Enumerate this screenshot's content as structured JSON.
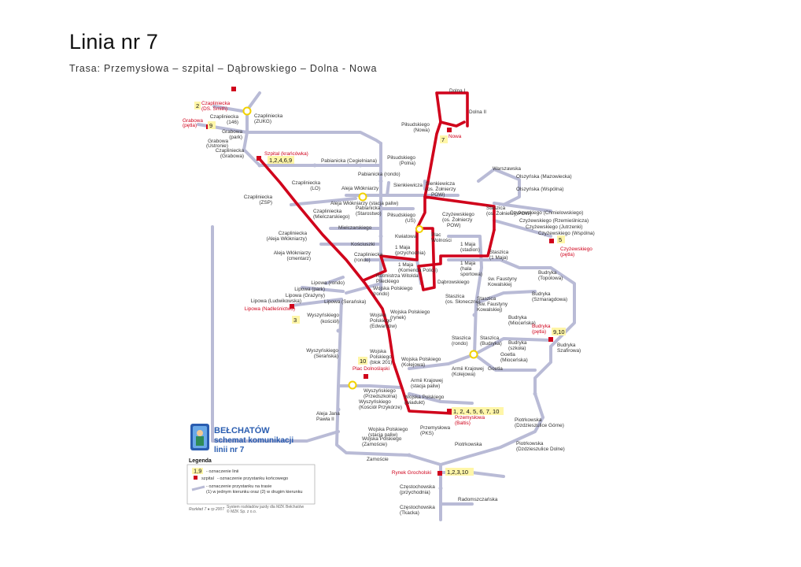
{
  "title": "Linia nr 7",
  "subtitle": "Trasa: Przemysłowa – szpital – Dąbrowskiego – Dolna - Nowa",
  "logo": {
    "city": "BEŁCHATÓW",
    "line1": "schemat komunikacji",
    "line2": "linii nr 7"
  },
  "legend": {
    "heading": "Legenda",
    "item_lines_badge": "1,9",
    "item_lines": "- oznaczenie linii",
    "item_terminal_label": "szpital",
    "item_terminal": "- oznaczenie przystanku końcowego",
    "item_stop_1": "- oznaczenie przystanku na trasie",
    "item_stop_2": "(1) w jednym kierunku oraz (2) w drugim kierunku"
  },
  "footer": {
    "rozklad": "Rozkład 7 ● rp 2007",
    "system_1": "System rozkładów jazdy dla MZK Bełchatów",
    "system_2": "© MZK Sp. z o.o."
  },
  "colors": {
    "route": "#d0021b",
    "street": "#b9bbd6",
    "accent": "#2a5db0",
    "badge": "#fff6a8"
  },
  "stops": [
    {
      "text": "Dolna I",
      "red": false
    },
    {
      "text": "Dolna II",
      "red": false
    },
    {
      "text": "Piłsudskiego",
      "red": false
    },
    {
      "text": "(Nowa)",
      "red": false
    },
    {
      "text": "Nowa",
      "red": true
    },
    {
      "text": "Czapliniecka",
      "red": true
    },
    {
      "text": "(DS. Smith)",
      "red": true
    },
    {
      "text": "Czapliniecka",
      "red": false
    },
    {
      "text": "(ZUKG)",
      "red": false
    },
    {
      "text": "Czapliniecka",
      "red": false
    },
    {
      "text": "(146)",
      "red": false
    },
    {
      "text": "Grabowa",
      "red": true
    },
    {
      "text": "(pętla)",
      "red": true
    },
    {
      "text": "Grabowa",
      "red": false
    },
    {
      "text": "(park)",
      "red": false
    },
    {
      "text": "Grabowa",
      "red": false
    },
    {
      "text": "(Ustronie)",
      "red": false
    },
    {
      "text": "Czapliniecka",
      "red": false
    },
    {
      "text": "(Grabowa)",
      "red": false
    },
    {
      "text": "Szpital (krańcówka)",
      "red": true
    },
    {
      "text": "Pabianicka (Cegielniana)",
      "red": false
    },
    {
      "text": "Piłsudskiego",
      "red": false
    },
    {
      "text": "(Polna)",
      "red": false
    },
    {
      "text": "Pabianicka (rondo)",
      "red": false
    },
    {
      "text": "Aleja Włókniarzy",
      "red": false
    },
    {
      "text": "Sienkiewicza",
      "red": false
    },
    {
      "text": "Sienkiewicza",
      "red": false
    },
    {
      "text": "(os. Żołnierzy",
      "red": false
    },
    {
      "text": "POW)",
      "red": false
    },
    {
      "text": "Warszawska",
      "red": false
    },
    {
      "text": "Olszyńska (Mazowiecka)",
      "red": false
    },
    {
      "text": "Olszyńska (Wspólna)",
      "red": false
    },
    {
      "text": "Czapliniecka",
      "red": false
    },
    {
      "text": "(LO)",
      "red": false
    },
    {
      "text": "Czapliniecka",
      "red": false
    },
    {
      "text": "(ZSP)",
      "red": false
    },
    {
      "text": "Aleja Włókniarzy (stacja paliw)",
      "red": false
    },
    {
      "text": "Pabianicka",
      "red": false
    },
    {
      "text": "(Starostwo)",
      "red": false
    },
    {
      "text": "Piłsudskiego",
      "red": false
    },
    {
      "text": "(US)",
      "red": false
    },
    {
      "text": "Czapliniecka",
      "red": false
    },
    {
      "text": "(Mielczarskiego)",
      "red": false
    },
    {
      "text": "Czyżewskiego",
      "red": false
    },
    {
      "text": "(os. Żołnierzy",
      "red": false
    },
    {
      "text": "POW)",
      "red": false
    },
    {
      "text": "Staszica",
      "red": false
    },
    {
      "text": "(os. Żołnierzy POW)",
      "red": false
    },
    {
      "text": "Czyżewskiego (Chmielowskiego)",
      "red": false
    },
    {
      "text": "Czyżewskiego (Rzemieślnicza)",
      "red": false
    },
    {
      "text": "Czyżewskiego (Jutrzenki)",
      "red": false
    },
    {
      "text": "Czyżewskiego (Wspólna)",
      "red": false
    },
    {
      "text": "Mielczarskiego",
      "red": false
    },
    {
      "text": "Czapliniecka",
      "red": false
    },
    {
      "text": "(Aleja Włókniarzy)",
      "red": false
    },
    {
      "text": "Kwiatowa",
      "red": false
    },
    {
      "text": "Plac",
      "red": false
    },
    {
      "text": "Wolności",
      "red": false
    },
    {
      "text": "Czyżewskiego",
      "red": true
    },
    {
      "text": "(pętla)",
      "red": true
    },
    {
      "text": "Kościuszki",
      "red": false
    },
    {
      "text": "1 Maja",
      "red": false
    },
    {
      "text": "(przychodnia)",
      "red": false
    },
    {
      "text": "1 Maja",
      "red": false
    },
    {
      "text": "(stadion)",
      "red": false
    },
    {
      "text": "Staszica",
      "red": false
    },
    {
      "text": "(1 Maja)",
      "red": false
    },
    {
      "text": "Aleja Włókniarzy",
      "red": false
    },
    {
      "text": "(cmentarz)",
      "red": false
    },
    {
      "text": "Czapliniecka",
      "red": false
    },
    {
      "text": "(rondo)",
      "red": false
    },
    {
      "text": "1 Maja",
      "red": false
    },
    {
      "text": "(Komenda Policji)",
      "red": false
    },
    {
      "text": "1 Maja",
      "red": false
    },
    {
      "text": "(hala",
      "red": false
    },
    {
      "text": "sportowa)",
      "red": false
    },
    {
      "text": "Dąbrowskiego",
      "red": false
    },
    {
      "text": "św. Faustyny",
      "red": false
    },
    {
      "text": "Kowalskiej",
      "red": false
    },
    {
      "text": "Budryka",
      "red": false
    },
    {
      "text": "(Topolowa)",
      "red": false
    },
    {
      "text": "Rotmistrza Witolda",
      "red": false
    },
    {
      "text": "Pileckiego",
      "red": false
    },
    {
      "text": "Lipowa (rondo)",
      "red": false
    },
    {
      "text": "Lipowa (park)",
      "red": false
    },
    {
      "text": "Lipowa (Grażyny)",
      "red": false
    },
    {
      "text": "Lipowa (Ludwikowska)",
      "red": false
    },
    {
      "text": "Lipowa (Nadleśnictwo)",
      "red": true
    },
    {
      "text": "Lipowa (Serańska)",
      "red": false
    },
    {
      "text": "Wojska Polskiego",
      "red": false
    },
    {
      "text": "(rondo)",
      "red": false
    },
    {
      "text": "Staszica",
      "red": false
    },
    {
      "text": "(os. Słoneczne)",
      "red": false
    },
    {
      "text": "Staszica",
      "red": false
    },
    {
      "text": "(św. Faustyny",
      "red": false
    },
    {
      "text": "Kowalskiej)",
      "red": false
    },
    {
      "text": "Budryka",
      "red": false
    },
    {
      "text": "(Szmaragdowa)",
      "red": false
    },
    {
      "text": "Wyszyńskiego",
      "red": false
    },
    {
      "text": "(kościół)",
      "red": false
    },
    {
      "text": "Wojska",
      "red": false
    },
    {
      "text": "Polskiego",
      "red": false
    },
    {
      "text": "(Edwardów)",
      "red": false
    },
    {
      "text": "Wojska Polskiego",
      "red": false
    },
    {
      "text": "(rynek)",
      "red": false
    },
    {
      "text": "Budryka",
      "red": false
    },
    {
      "text": "(Mioceńska)",
      "red": false
    },
    {
      "text": "Budryka",
      "red": true
    },
    {
      "text": "(pętla)",
      "red": true
    },
    {
      "text": "Staszica",
      "red": false
    },
    {
      "text": "(rondo)",
      "red": false
    },
    {
      "text": "Staszica",
      "red": false
    },
    {
      "text": "(Budryka)",
      "red": false
    },
    {
      "text": "Budryka",
      "red": false
    },
    {
      "text": "(szkoła)",
      "red": false
    },
    {
      "text": "Budryka",
      "red": false
    },
    {
      "text": "Szafirowa)",
      "red": false
    },
    {
      "text": "Wyszyńskiego",
      "red": false
    },
    {
      "text": "(Serańska)",
      "red": false
    },
    {
      "text": "Wojska",
      "red": false
    },
    {
      "text": "Polskiego",
      "red": false
    },
    {
      "text": "(blok 201)",
      "red": false
    },
    {
      "text": "Wojska Polskiego",
      "red": false
    },
    {
      "text": "(Kolejowa)",
      "red": false
    },
    {
      "text": "Goetla",
      "red": false
    },
    {
      "text": "(Mioceńska)",
      "red": false
    },
    {
      "text": "Goetla",
      "red": false
    },
    {
      "text": "Plac Dolnośląski",
      "red": true
    },
    {
      "text": "Armii Krajowej",
      "red": false
    },
    {
      "text": "(Kolejowa)",
      "red": false
    },
    {
      "text": "Armii Krajowej",
      "red": false
    },
    {
      "text": "(stacja paliw)",
      "red": false
    },
    {
      "text": "Wyszyńskiego",
      "red": false
    },
    {
      "text": "(Przedszkolna)",
      "red": false
    },
    {
      "text": "Wyszyńskiego",
      "red": false
    },
    {
      "text": "(Kościół Przykórze)",
      "red": false
    },
    {
      "text": "Wojska Polskiego",
      "red": false
    },
    {
      "text": "(wiadukt)",
      "red": false
    },
    {
      "text": "Przemysłowa",
      "red": true
    },
    {
      "text": "(Baltis)",
      "red": true
    },
    {
      "text": "Aleja Jana",
      "red": false
    },
    {
      "text": "Pawła II",
      "red": false
    },
    {
      "text": "Przemysłowa",
      "red": false
    },
    {
      "text": "(PKS)",
      "red": false
    },
    {
      "text": "Piotrkowska",
      "red": false
    },
    {
      "text": "(Dzdzieszulice Górne)",
      "red": false
    },
    {
      "text": "Wojska Polskiego",
      "red": false
    },
    {
      "text": "(stacja paliw)",
      "red": false
    },
    {
      "text": "Wojska Polskiego",
      "red": false
    },
    {
      "text": "(Zamoście)",
      "red": false
    },
    {
      "text": "Piotrkowska",
      "red": false
    },
    {
      "text": "Piotrkowska",
      "red": false
    },
    {
      "text": "(Dzdzieszulice Dolne)",
      "red": false
    },
    {
      "text": "Zamoście",
      "red": false
    },
    {
      "text": "Rynek Grocholski",
      "red": true
    },
    {
      "text": "Częstochowska",
      "red": false
    },
    {
      "text": "(przychodnia)",
      "red": false
    },
    {
      "text": "Radomszczańska",
      "red": false
    },
    {
      "text": "Częstochowska",
      "red": false
    },
    {
      "text": "(Tkacka)",
      "red": false
    }
  ],
  "badges": [
    {
      "text": "7"
    },
    {
      "text": "2"
    },
    {
      "text": "9"
    },
    {
      "text": "1,2,4,6,9"
    },
    {
      "text": "5"
    },
    {
      "text": "3"
    },
    {
      "text": "9,10"
    },
    {
      "text": "10"
    },
    {
      "text": "1, 2, 4, 5, 6, 7, 10"
    },
    {
      "text": "1,2,3,10"
    }
  ]
}
